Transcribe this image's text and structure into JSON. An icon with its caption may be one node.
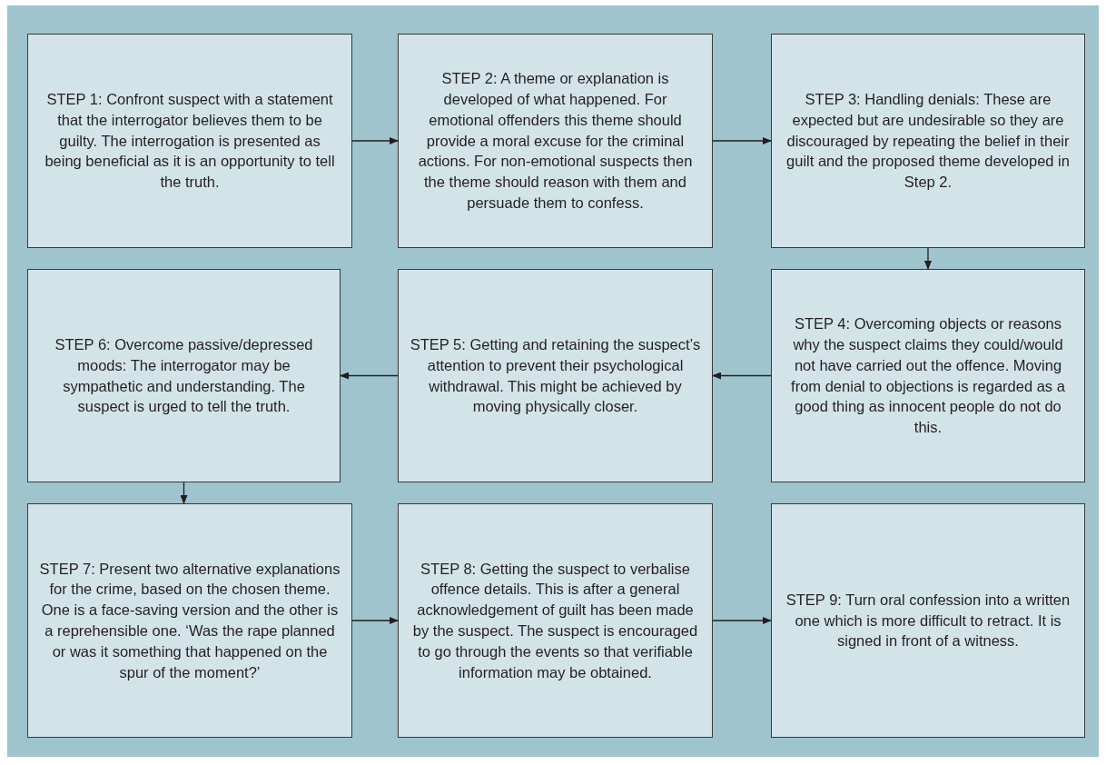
{
  "diagram": {
    "nodes": [
      {
        "text": [
          "STEP 1: Confront suspect with a statement that the interrogator believes them to be guilty. The interrogation is presented as being beneficial as it is an opportunity to tell the truth."
        ]
      },
      {
        "text": [
          "STEP 2: A theme or explanation is developed of what happened. For emotional offenders this theme should provide a moral excuse for the criminal actions. For non-emotional suspects then the theme should reason with them and persuade them to confess."
        ]
      },
      {
        "text": [
          "STEP 3: Handling denials: These are expected but are undesirable so they are discouraged by repeating the belief in their guilt and the proposed theme developed in Step 2."
        ]
      },
      {
        "text": [
          "STEP 4: Overcoming objects or reasons why the suspect claims they could/would not have carried out the offence. Moving from denial to objections is regarded as a good thing as innocent people do not do this."
        ]
      },
      {
        "text": [
          "STEP 5: Getting and retaining the suspect’s attention to prevent their psychological withdrawal. This might be achieved by moving physically closer."
        ]
      },
      {
        "text": [
          "STEP 6: Overcome passive/depressed moods: The interrogator may be sympathetic and understanding. The suspect is urged to tell the truth."
        ]
      },
      {
        "text": [
          "STEP 7: Present two alternative explanations for the crime, based on the chosen theme. One is a face-saving version and the other is a reprehensible one. ‘Was the rape planned or was it something that happened on the spur of the moment?’"
        ]
      },
      {
        "text": [
          "STEP 8: Getting the suspect to verbalise offence details. This is after a general acknowledgement of guilt has been made by the suspect. The suspect is encouraged to go through the events so that verifiable information may be obtained."
        ]
      },
      {
        "text": [
          "STEP 9: Turn oral confession into a written one which is more difficult to retract. It is signed in front of a witness."
        ]
      }
    ],
    "edges": [
      {
        "from": 0,
        "to": 1,
        "arrow": "to"
      },
      {
        "from": 1,
        "to": 2,
        "arrow": "to"
      },
      {
        "from": 2,
        "to": 3,
        "arrow": "to"
      },
      {
        "from": 3,
        "to": 4,
        "arrow": "to"
      },
      {
        "from": 4,
        "to": 5,
        "arrow": "to"
      },
      {
        "from": 5,
        "to": 6,
        "arrow": "to"
      },
      {
        "from": 6,
        "to": 7,
        "arrow": "to"
      },
      {
        "from": 7,
        "to": 8,
        "arrow": "to"
      }
    ]
  }
}
